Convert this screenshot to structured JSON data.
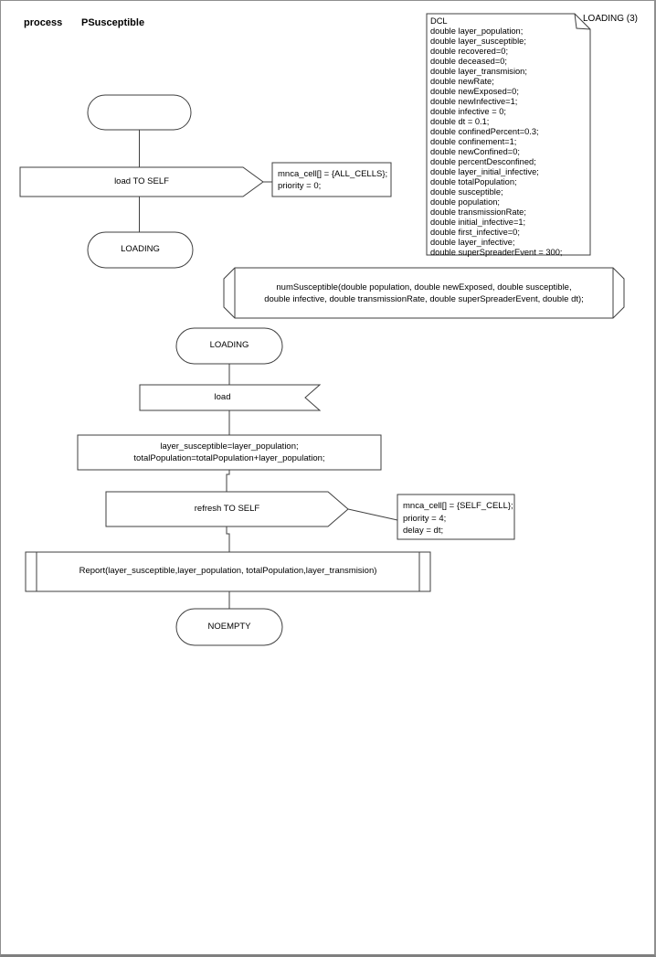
{
  "header": {
    "kind_label": "process",
    "name_label": "PSusceptible",
    "corner_label": "LOADING (3)"
  },
  "dcl_note": {
    "lines": [
      "DCL",
      "double layer_population;",
      "double layer_susceptible;",
      "double recovered=0;",
      "double deceased=0;",
      "double layer_transmision;",
      "double newRate;",
      "double newExposed=0;",
      "double newInfective=1;",
      "double infective = 0;",
      "double dt = 0.1;",
      "double confinedPercent=0.3;",
      "double confinement=1;",
      "double newConfined=0;",
      "double percentDesconfined;",
      "double layer_initial_infective;",
      "double totalPopulation;",
      "double susceptible;",
      "double population;",
      "double transmissionRate;",
      "double initial_infective=1;",
      "double first_infective=0;",
      "double layer_infective;",
      "double superSpreaderEvent = 300;"
    ]
  },
  "chain1": {
    "start_state_label": "",
    "output_label": "load TO SELF",
    "comment_lines": [
      "mnca_cell[] = {ALL_CELLS};",
      "priority = 0;"
    ],
    "state_label": "LOADING"
  },
  "procedure_decl": {
    "lines": [
      "numSusceptible(double population, double newExposed, double susceptible,",
      "double infective, double transmissionRate, double superSpreaderEvent, double dt);"
    ]
  },
  "chain2": {
    "state_label": "LOADING",
    "input_label": "load",
    "task_lines": [
      "layer_susceptible=layer_population;",
      "totalPopulation=totalPopulation+layer_population;"
    ],
    "output_label": "refresh TO SELF",
    "comment_lines": [
      "mnca_cell[] = {SELF_CELL};",
      "priority = 4;",
      "delay = dt;"
    ],
    "procedure_call_label": "Report(layer_susceptible,layer_population, totalPopulation,layer_transmision)",
    "end_state_label": "NOEMPTY"
  },
  "colors": {
    "shape_stroke": "#3f3f3f",
    "page_border": "#8f8f8f",
    "background": "#ffffff"
  }
}
